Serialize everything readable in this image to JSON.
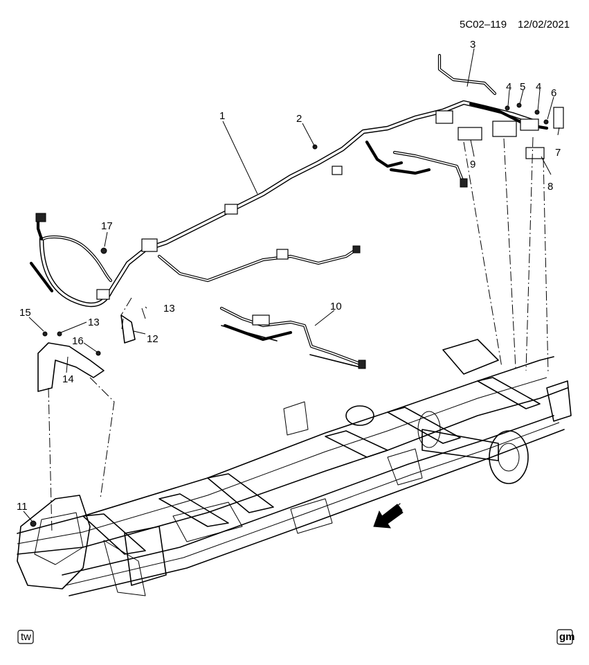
{
  "header": {
    "diagram_id": "5C02–119",
    "date": "12/02/2021"
  },
  "callouts": [
    {
      "id": "c1",
      "label": "1"
    },
    {
      "id": "c2",
      "label": "2"
    },
    {
      "id": "c3",
      "label": "3"
    },
    {
      "id": "c4a",
      "label": "4"
    },
    {
      "id": "c5",
      "label": "5"
    },
    {
      "id": "c4b",
      "label": "4"
    },
    {
      "id": "c6",
      "label": "6"
    },
    {
      "id": "c7",
      "label": "7"
    },
    {
      "id": "c8",
      "label": "8"
    },
    {
      "id": "c9",
      "label": "9"
    },
    {
      "id": "c10",
      "label": "10"
    },
    {
      "id": "c11",
      "label": "11"
    },
    {
      "id": "c12",
      "label": "12"
    },
    {
      "id": "c13a",
      "label": "13"
    },
    {
      "id": "c13b",
      "label": "13"
    },
    {
      "id": "c14",
      "label": "14"
    },
    {
      "id": "c15",
      "label": "15"
    },
    {
      "id": "c16",
      "label": "16"
    },
    {
      "id": "c17",
      "label": "17"
    }
  ],
  "direction_arrow": {
    "label": "FRT"
  },
  "footer": {
    "left_badge": "tw",
    "right_badge": "gm"
  },
  "colors": {
    "ink": "#000000",
    "paper": "#ffffff"
  }
}
